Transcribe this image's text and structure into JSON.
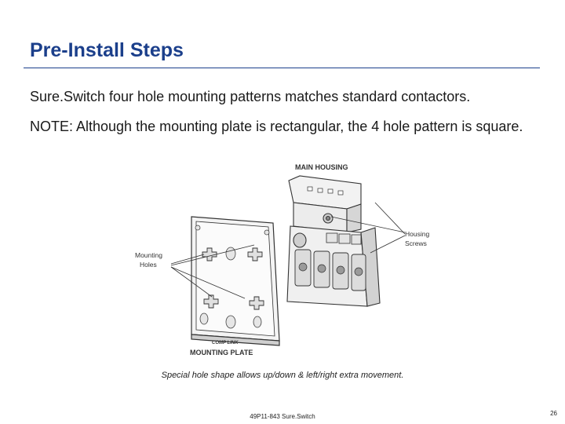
{
  "slide": {
    "title": "Pre-Install Steps",
    "paragraph_1": "Sure.Switch four hole mounting patterns matches standard contactors.",
    "paragraph_2": "NOTE: Although the mounting plate is rectangular, the 4 hole pattern is square.",
    "caption": "Special hole shape allows up/down & left/right extra movement.",
    "footer": "49P11-843 Sure.Switch",
    "page_number": "26"
  },
  "figure": {
    "label_main_housing": "MAIN HOUSING",
    "label_housing_line1": "Housing",
    "label_housing_line2": "Screws",
    "label_mounting_line1": "Mounting",
    "label_mounting_line2": "Holes",
    "label_mounting_plate": "MOUNTING PLATE",
    "label_plate_edge": "COMP LINK"
  }
}
